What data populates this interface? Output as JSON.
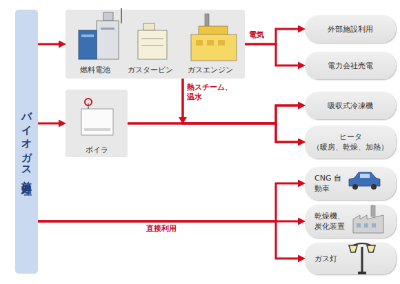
{
  "diagram": {
    "nodes": [
      {
        "text": [
          "バイオガス前処理"
        ]
      },
      {
        "text": [
          "燃料電池",
          "ガスタービン",
          "ガスエンジン"
        ]
      },
      {
        "text": [
          "ボイラ"
        ]
      },
      {
        "text": [
          "外部施設利用"
        ]
      },
      {
        "text": [
          "電力会社売電"
        ]
      },
      {
        "text": [
          "吸収式冷凍機"
        ]
      },
      {
        "text": [
          "ヒータ",
          "（暖房、乾燥、加熱）"
        ]
      },
      {
        "text": [
          "CNG 自動車"
        ]
      },
      {
        "text": [
          "乾燥機、炭化装置"
        ]
      },
      {
        "text": [
          "ガス灯"
        ]
      }
    ],
    "edges": [
      {
        "from": 0,
        "to": 1,
        "arrow": "to"
      },
      {
        "from": 0,
        "to": 2,
        "arrow": "to"
      },
      {
        "from": 1,
        "to": 3,
        "arrow": "to",
        "label": "電気"
      },
      {
        "from": 1,
        "to": 4,
        "arrow": "to"
      },
      {
        "from": 1,
        "to": 5,
        "arrow": "to",
        "label": "熱スチーム、温水"
      },
      {
        "from": 1,
        "to": 6,
        "arrow": "to"
      },
      {
        "from": 2,
        "to": 5,
        "arrow": "to"
      },
      {
        "from": 2,
        "to": 6,
        "arrow": "to"
      },
      {
        "from": 0,
        "to": 7,
        "arrow": "to"
      },
      {
        "from": 0,
        "to": 8,
        "arrow": "to",
        "label": "直接利用"
      },
      {
        "from": 0,
        "to": 9,
        "arrow": "to"
      }
    ]
  }
}
